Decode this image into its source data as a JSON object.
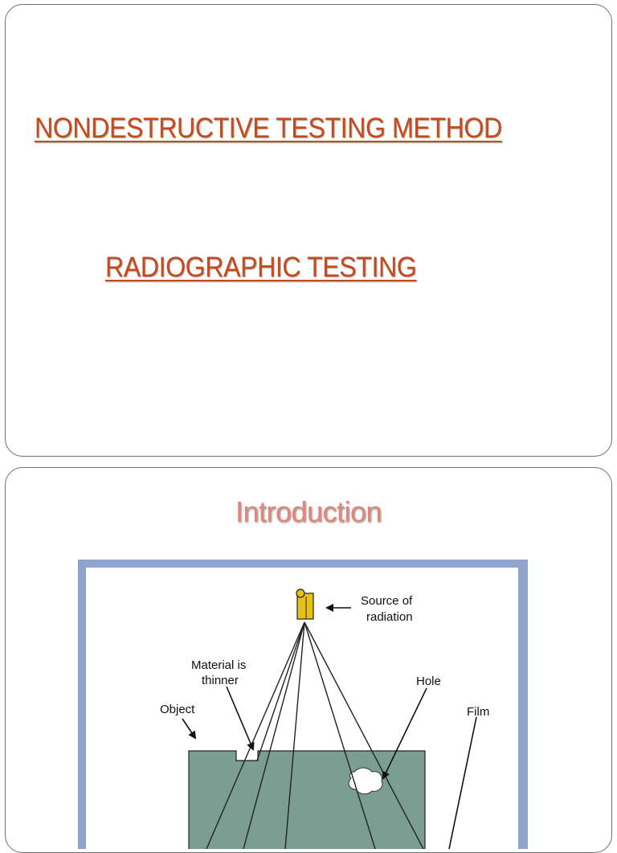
{
  "slide1": {
    "title": " NONDESTRUCTIVE TESTING METHOD",
    "subtitle": "RADIOGRAPHIC TESTING"
  },
  "slide2": {
    "heading": "Introduction",
    "figure": {
      "source_label_line1": "Source of",
      "source_label_line2": "radiation",
      "thinner_label_line1": "Material is",
      "thinner_label_line2": "thinner",
      "hole_label": "Hole",
      "object_label": "Object",
      "film_label": "Film"
    }
  },
  "colors": {
    "title_red": "#c64a1c",
    "heading_salmon": "#e2857a",
    "frame_blue": "#8ea4cd",
    "object_green": "#7b9e93",
    "source_yellow": "#e6c21a"
  }
}
